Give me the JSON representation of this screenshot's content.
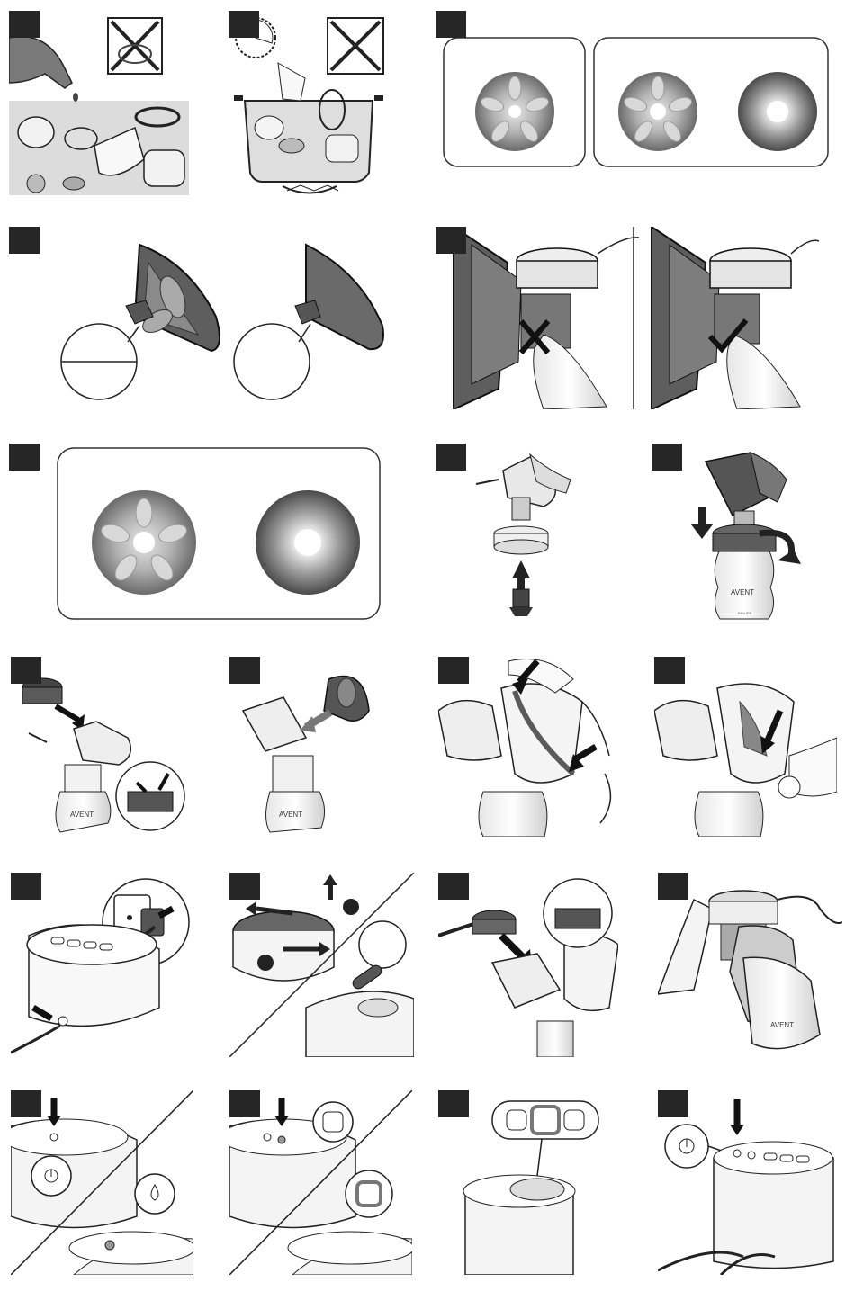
{
  "brand": {
    "name": "AVENT",
    "maker": "PHILIPS"
  },
  "colors": {
    "badge": "#262626",
    "dark_part": "#595959",
    "mid_part": "#8c8c8c",
    "light_part": "#d9d9d9",
    "line": "#1a1a1a"
  },
  "panels": [
    {
      "id": 1,
      "icon": "cleaning-detergent-icon"
    },
    {
      "id": 2,
      "icon": "boiling-sterilize-icon"
    },
    {
      "id": 3,
      "icon": "cushion-types-icon"
    },
    {
      "id": 4,
      "icon": "funnel-insert-icon"
    },
    {
      "id": 5,
      "icon": "correct-wrong-assembly-icon"
    },
    {
      "id": 6,
      "icon": "cushion-options-icon"
    },
    {
      "id": 7,
      "icon": "valve-insert-icon"
    },
    {
      "id": 8,
      "icon": "attach-bottle-icon"
    },
    {
      "id": 9,
      "icon": "attach-diaphragm-icon"
    },
    {
      "id": 10,
      "icon": "insert-cushion-icon"
    },
    {
      "id": 11,
      "icon": "fit-cushion-rim-icon"
    },
    {
      "id": 12,
      "icon": "push-cushion-icon"
    },
    {
      "id": 13,
      "icon": "plug-adapter-icon"
    },
    {
      "id": 14,
      "icon": "battery-compartment-icon"
    },
    {
      "id": 15,
      "icon": "connect-tubing-icon"
    },
    {
      "id": 16,
      "icon": "hold-pump-icon"
    },
    {
      "id": 17,
      "icon": "power-on-icon"
    },
    {
      "id": 18,
      "icon": "stimulation-mode-icon"
    },
    {
      "id": 19,
      "icon": "expression-levels-icon"
    },
    {
      "id": 20,
      "icon": "power-off-icon"
    }
  ]
}
